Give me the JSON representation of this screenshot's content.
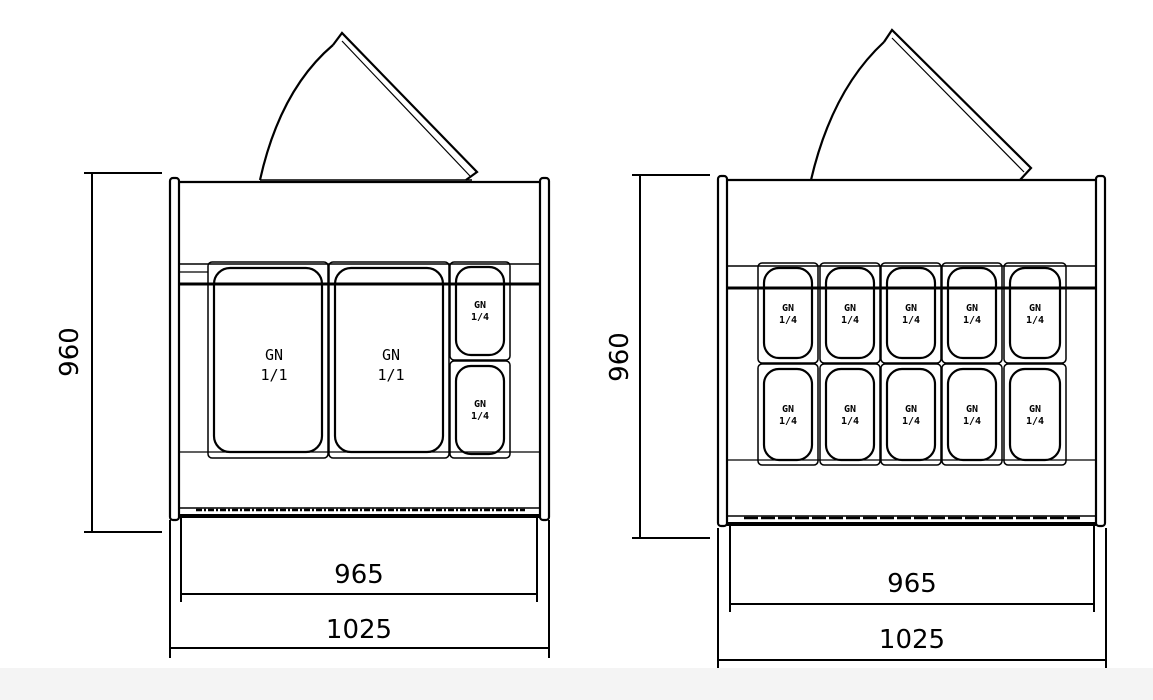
{
  "colors": {
    "line": "#000000",
    "background": "#ffffff"
  },
  "drawings": [
    {
      "id": "left",
      "height_dim": "960",
      "inner_width_dim": "965",
      "outer_width_dim": "1025",
      "pans": [
        {
          "label_line1": "GN",
          "label_line2": "1/1"
        },
        {
          "label_line1": "GN",
          "label_line2": "1/1"
        },
        {
          "label_line1": "GN",
          "label_line2": "1/4"
        },
        {
          "label_line1": "GN",
          "label_line2": "1/4"
        }
      ]
    },
    {
      "id": "right",
      "height_dim": "960",
      "inner_width_dim": "965",
      "outer_width_dim": "1025",
      "pans": [
        {
          "label_line1": "GN",
          "label_line2": "1/4"
        },
        {
          "label_line1": "GN",
          "label_line2": "1/4"
        },
        {
          "label_line1": "GN",
          "label_line2": "1/4"
        },
        {
          "label_line1": "GN",
          "label_line2": "1/4"
        },
        {
          "label_line1": "GN",
          "label_line2": "1/4"
        },
        {
          "label_line1": "GN",
          "label_line2": "1/4"
        },
        {
          "label_line1": "GN",
          "label_line2": "1/4"
        },
        {
          "label_line1": "GN",
          "label_line2": "1/4"
        },
        {
          "label_line1": "GN",
          "label_line2": "1/4"
        },
        {
          "label_line1": "GN",
          "label_line2": "1/4"
        }
      ]
    }
  ]
}
